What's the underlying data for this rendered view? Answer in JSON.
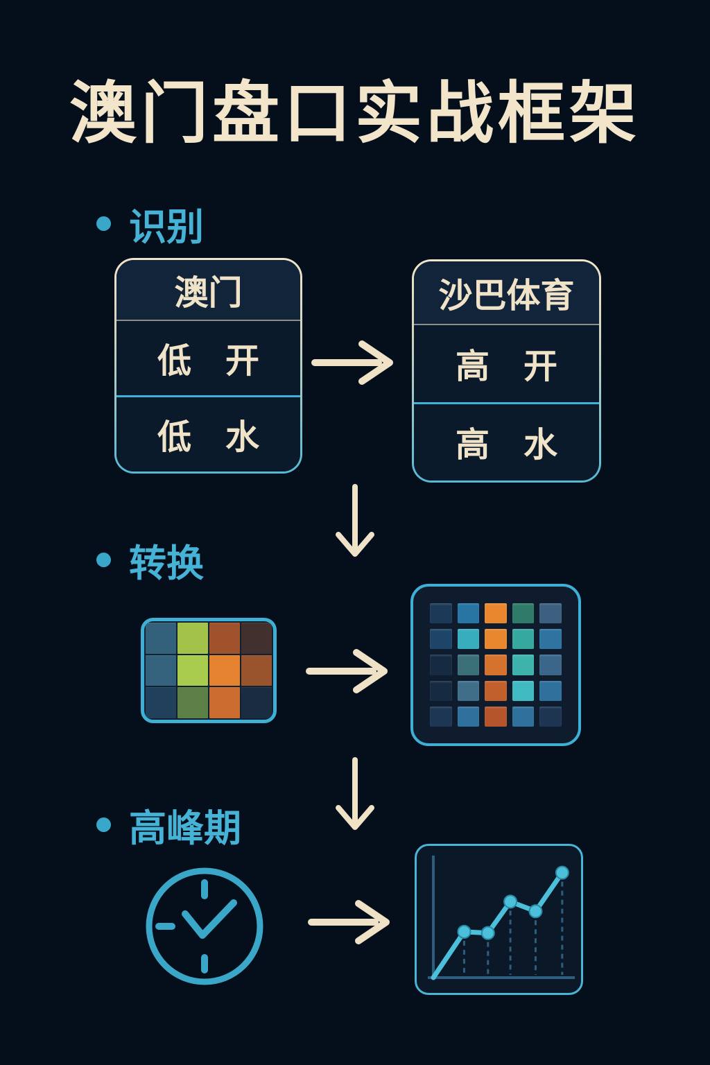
{
  "title": "澳门盘口实战框架",
  "sections": [
    {
      "label": "识别"
    },
    {
      "label": "转换"
    },
    {
      "label": "高峰期"
    }
  ],
  "tables": [
    {
      "header": "澳门",
      "rows": [
        "低　开",
        "低　水"
      ]
    },
    {
      "header": "沙巴体育",
      "rows": [
        "高　开",
        "高　水"
      ]
    }
  ],
  "colors": {
    "background": "#050f1b",
    "title_cream": "#f2e5ca",
    "section_cyan": "#45b2d6",
    "table_text": "#f0e3c8",
    "divider_cyan": "#3eb3d8",
    "icon_cyan": "#3aa7c9",
    "axis_slate": "#2f5d7d",
    "line_cyan": "#4cc0da"
  },
  "grids": [
    {
      "name": "heatmap-small",
      "cols": 4,
      "cells": [
        [
          "#33617b",
          "#a2c24a",
          "#a0522d",
          "#42302e"
        ],
        [
          "#34627c",
          "#a9cc4e",
          "#e5822f",
          "#99532d"
        ],
        [
          "#20405c",
          "#5d8047",
          "#cb6c30",
          "#192c42"
        ]
      ]
    },
    {
      "name": "heatmap-large",
      "cols": 5,
      "cells": [
        [
          "#1c3a57",
          "#2874a3",
          "#e9872e",
          "#2f7a69",
          "#3d6081"
        ],
        [
          "#1e4567",
          "#38aebd",
          "#e9872e",
          "#36a89f",
          "#2f74a1"
        ],
        [
          "#162b42",
          "#3b6f78",
          "#d4722e",
          "#3eb3ab",
          "#3b6589"
        ],
        [
          "#162b42",
          "#406e89",
          "#c2602c",
          "#40bac0",
          "#2f709c"
        ],
        [
          "#1c3653",
          "#2f709c",
          "#b5552b",
          "#2f709c",
          "#1e3551"
        ]
      ]
    }
  ],
  "chart_data": {
    "type": "line",
    "title": "",
    "xlabel": "",
    "ylabel": "",
    "x": [
      0,
      22,
      39,
      55,
      73,
      92
    ],
    "values": [
      0,
      38,
      37,
      63,
      55,
      87
    ],
    "xlim": [
      0,
      100
    ],
    "ylim": [
      0,
      100
    ],
    "grid": "off",
    "legend": "none",
    "notes": "stylized rising trend icon: cyan line with round markers, dashed drop lines to x-axis"
  }
}
